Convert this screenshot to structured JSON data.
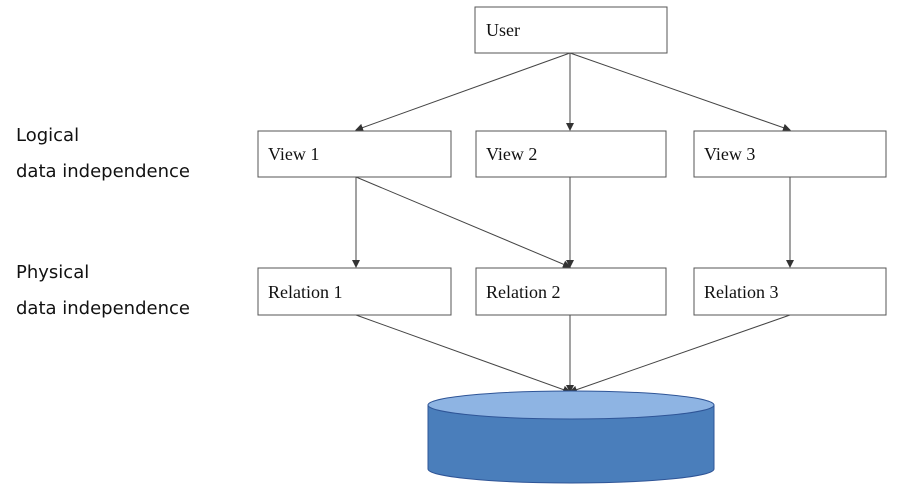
{
  "nodes": {
    "user": "User",
    "views": [
      "View 1",
      "View 2",
      "View 3"
    ],
    "relations": [
      "Relation 1",
      "Relation 2",
      "Relation 3"
    ]
  },
  "side_labels": {
    "logical": [
      "Logical",
      "data independence"
    ],
    "physical": [
      "Physical",
      "data independence"
    ]
  },
  "colors": {
    "database_body": "#4a7ebb",
    "database_top": "#8eb4e3",
    "database_outline": "#2f5597",
    "box_border": "#555555",
    "edge": "#444444"
  }
}
